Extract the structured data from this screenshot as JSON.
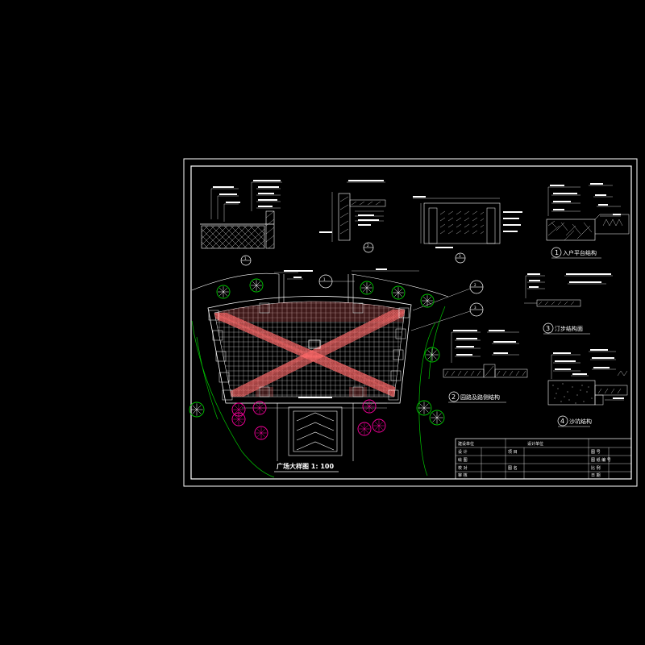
{
  "drawing": {
    "main_title": "广场大样图 1: 100",
    "details": [
      {
        "num": "1",
        "label": ""
      },
      {
        "num": "2",
        "label": ""
      },
      {
        "num": "3",
        "label": ""
      },
      {
        "num": "1",
        "label": "入户平台结构"
      },
      {
        "num": "3",
        "label": "汀步结构面"
      },
      {
        "num": "2",
        "label": "园路及路侧结构"
      },
      {
        "num": "4",
        "label": "沙坑结构"
      }
    ],
    "callouts": [
      "1",
      "2",
      "3"
    ]
  },
  "title_block": {
    "unit": "建设单位",
    "design_unit": "设计单位",
    "rows": [
      [
        "设 计",
        "项 目",
        "图 号"
      ],
      [
        "绘 图",
        "",
        "图 纸  编 号"
      ],
      [
        "校 对",
        "图 名",
        "比 例"
      ],
      [
        "审 核",
        "",
        "日 期"
      ]
    ]
  },
  "colors": {
    "background": "#000000",
    "lines": "#ffffff",
    "paving": "#ff6a6a",
    "trees": "#00c800",
    "flowers": "#ff00a0"
  }
}
